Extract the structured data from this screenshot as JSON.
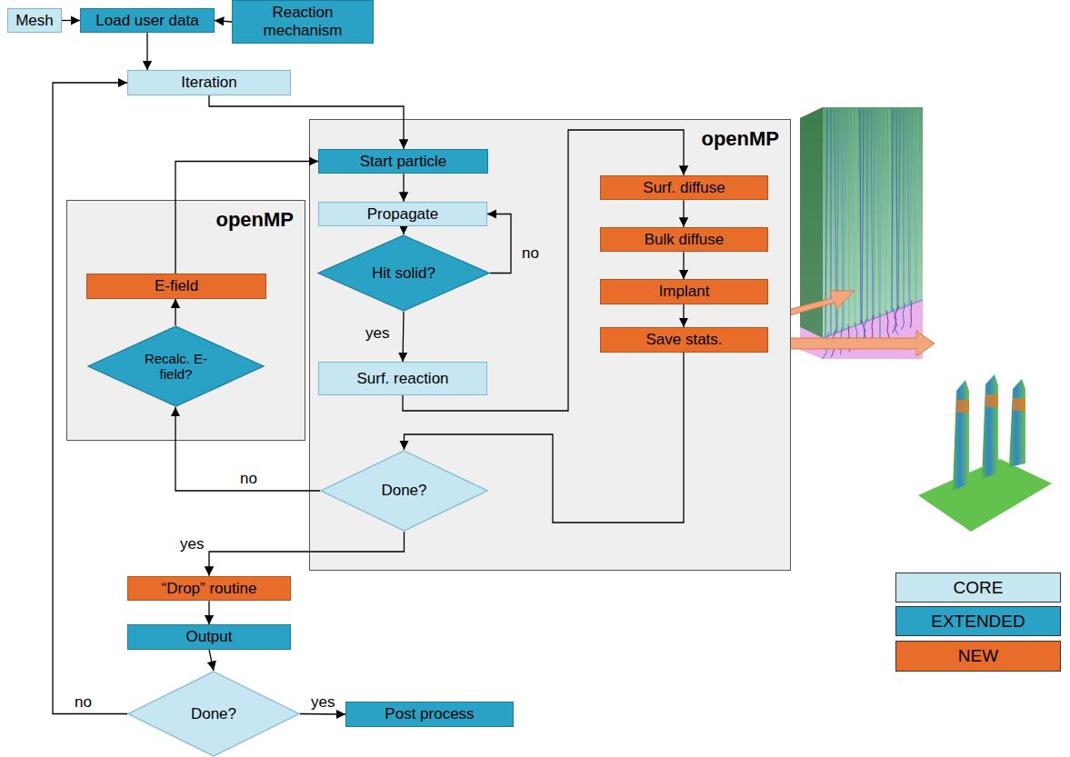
{
  "diagram": {
    "nodes": [
      {
        "text": [
          "Mesh"
        ]
      },
      {
        "text": [
          "Load user data"
        ]
      },
      {
        "text": [
          "Reaction mechanism"
        ]
      },
      {
        "text": [
          "Iteration"
        ]
      },
      {
        "text": [
          "openMP"
        ]
      },
      {
        "text": [
          "Start particle"
        ],
        "in": 4
      },
      {
        "text": [
          "Propagate"
        ],
        "in": 4
      },
      {
        "text": [
          "Hit solid?"
        ],
        "in": 4
      },
      {
        "text": [
          "Surf. reaction"
        ],
        "in": 4
      },
      {
        "text": [
          "Surf. diffuse"
        ],
        "in": 4
      },
      {
        "text": [
          "Bulk diffuse"
        ],
        "in": 4
      },
      {
        "text": [
          "Implant"
        ],
        "in": 4
      },
      {
        "text": [
          "Save stats."
        ],
        "in": 4
      },
      {
        "text": [
          "Done?"
        ],
        "in": 4
      },
      {
        "text": [
          "openMP"
        ]
      },
      {
        "text": [
          "E-field"
        ],
        "in": 14
      },
      {
        "text": [
          "Recalc. E-field?"
        ],
        "in": 14
      },
      {
        "text": [
          "“Drop” routine"
        ]
      },
      {
        "text": [
          "Output"
        ]
      },
      {
        "text": [
          "Done?"
        ]
      },
      {
        "text": [
          "Post process"
        ]
      }
    ],
    "edges": [
      {
        "from": 0,
        "to": 1,
        "arrow": "to"
      },
      {
        "from": 2,
        "to": 1,
        "arrow": "to"
      },
      {
        "from": 1,
        "to": 3,
        "arrow": "to"
      },
      {
        "from": 3,
        "to": 5,
        "arrow": "to"
      },
      {
        "from": 5,
        "to": 6,
        "arrow": "to"
      },
      {
        "from": 6,
        "to": 7,
        "arrow": "to"
      },
      {
        "from": 7,
        "to": 6,
        "label": "no",
        "arrow": "to"
      },
      {
        "from": 7,
        "to": 8,
        "label": "yes",
        "arrow": "to"
      },
      {
        "from": 8,
        "to": 9,
        "arrow": "to"
      },
      {
        "from": 9,
        "to": 10,
        "arrow": "to"
      },
      {
        "from": 10,
        "to": 11,
        "arrow": "to"
      },
      {
        "from": 11,
        "to": 12,
        "arrow": "to"
      },
      {
        "from": 12,
        "to": 13,
        "arrow": "to"
      },
      {
        "from": 13,
        "to": 16,
        "label": "no",
        "arrow": "to"
      },
      {
        "from": 16,
        "to": 15,
        "arrow": "to"
      },
      {
        "from": 15,
        "to": 5,
        "arrow": "to"
      },
      {
        "from": 13,
        "to": 17,
        "label": "yes",
        "arrow": "to"
      },
      {
        "from": 17,
        "to": 18,
        "arrow": "to"
      },
      {
        "from": 18,
        "to": 19,
        "arrow": "to"
      },
      {
        "from": 19,
        "to": 3,
        "label": "no",
        "arrow": "to"
      },
      {
        "from": 19,
        "to": 20,
        "label": "yes",
        "arrow": "to"
      }
    ],
    "legend": [
      {
        "text": "CORE",
        "color": "#c6e7f2"
      },
      {
        "text": "EXTENDED",
        "color": "#2aa2c6"
      },
      {
        "text": "NEW",
        "color": "#e86d2a"
      }
    ]
  }
}
